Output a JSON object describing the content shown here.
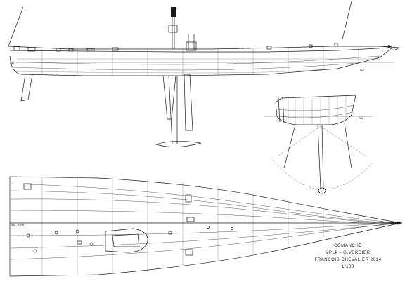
{
  "labels": {
    "waterline_left_profile": "DWL",
    "waterline_right_profile": "DWL",
    "waterline_section": "DWL",
    "waterline_left_plan": "DWL 4400"
  },
  "title_block": {
    "project": "COMANCHE",
    "designers": "VPLP - G.VERDIER",
    "draughtsman": "FRANCOIS CHEVALIER 2014",
    "scale": "1/100"
  }
}
